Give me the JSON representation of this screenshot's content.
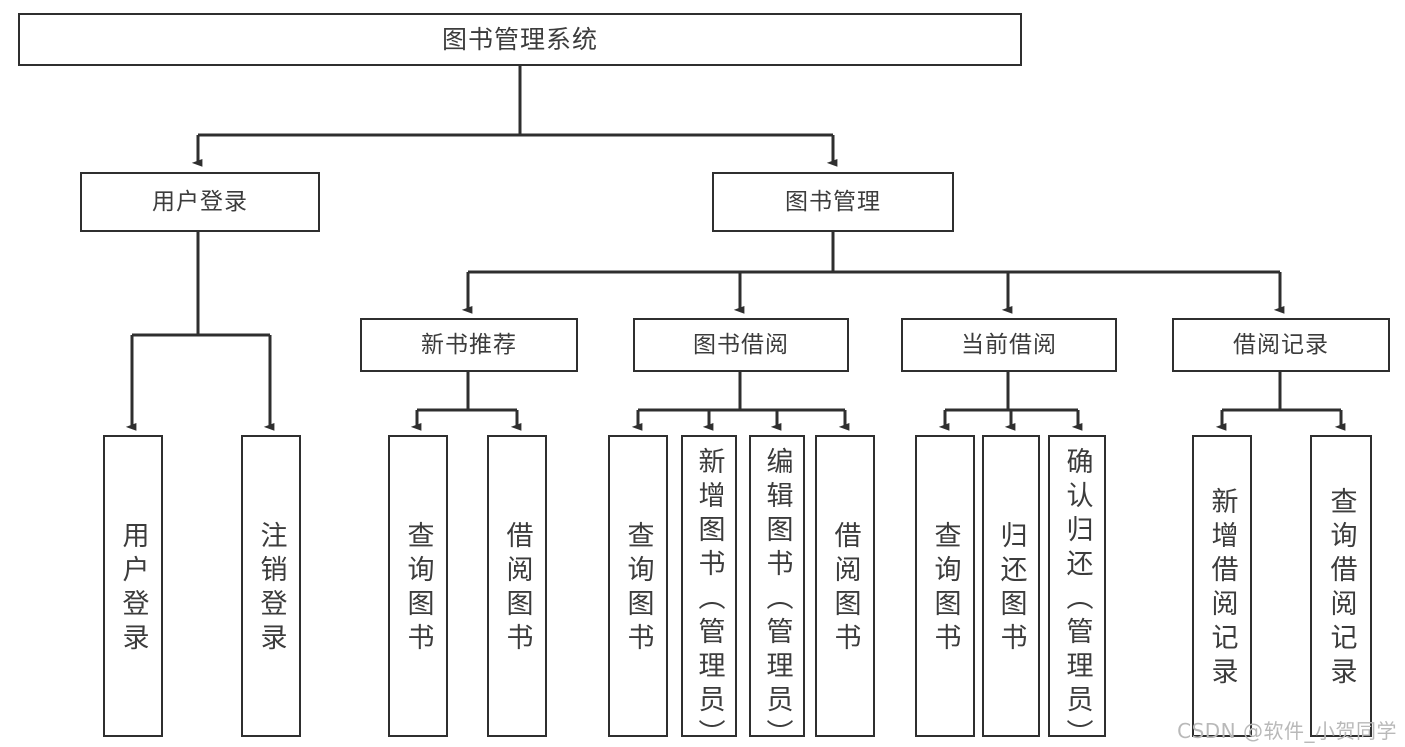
{
  "diagram": {
    "title": "图书管理系统",
    "type": "tree",
    "watermark": "CSDN @软件_小贺同学",
    "colors": {
      "box_border": "#2f2f2f",
      "box_fill": "#ffffff",
      "text": "#3c3c3c",
      "connector": "#2f2f2f",
      "background": "#ffffff",
      "watermark": "#b9b9b9"
    },
    "root": {
      "label": "图书管理系统"
    },
    "level2": [
      {
        "label": "用户登录"
      },
      {
        "label": "图书管理"
      }
    ],
    "level3": [
      {
        "label": "新书推荐"
      },
      {
        "label": "图书借阅"
      },
      {
        "label": "当前借阅"
      },
      {
        "label": "借阅记录"
      }
    ],
    "leaves": {
      "user_login": [
        {
          "label": "用户登录"
        },
        {
          "label": "注销登录"
        }
      ],
      "new_book_recommend": [
        {
          "label": "查询图书"
        },
        {
          "label": "借阅图书"
        }
      ],
      "book_borrow": [
        {
          "label": "查询图书"
        },
        {
          "label": "新增图书（管理员）"
        },
        {
          "label": "编辑图书（管理员）"
        },
        {
          "label": "借阅图书"
        }
      ],
      "current_borrow": [
        {
          "label": "查询图书"
        },
        {
          "label": "归还图书"
        },
        {
          "label": "确认归还（管理员）"
        }
      ],
      "borrow_record": [
        {
          "label": "新增借阅记录"
        },
        {
          "label": "查询借阅记录"
        }
      ]
    }
  }
}
